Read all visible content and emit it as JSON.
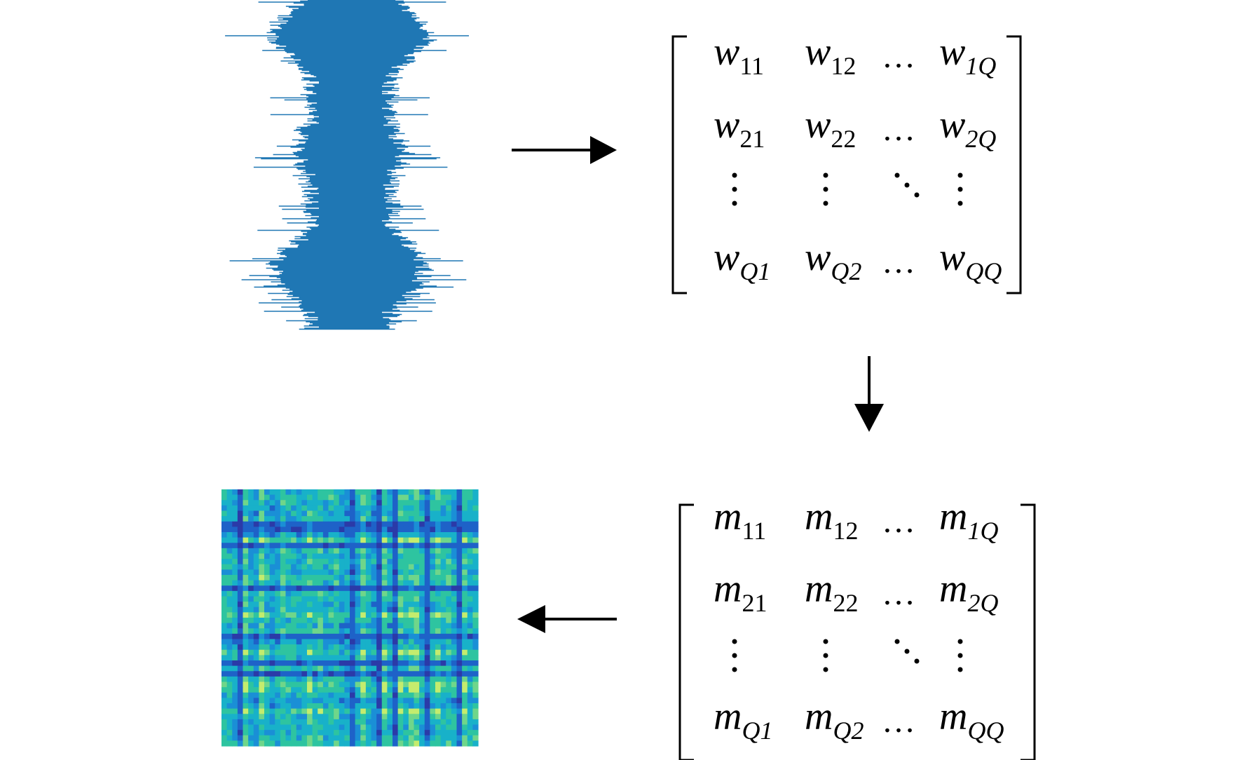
{
  "colors": {
    "signal": "#1f77b4",
    "ink": "#000000",
    "heatmap_palette": [
      "#2b3aa8",
      "#1e62c8",
      "#1a8fd6",
      "#18b1c9",
      "#2ec4a0",
      "#6fd68a",
      "#c4ec6e"
    ]
  },
  "signal": {
    "description_icon": "waveform-icon"
  },
  "matrix_w": {
    "symbol": "w",
    "rows": [
      [
        {
          "sub": "11",
          "italic": false
        },
        {
          "sub": "12",
          "italic": false
        },
        {
          "sub": "1Q",
          "italic": true
        }
      ],
      [
        {
          "sub": "21",
          "italic": false
        },
        {
          "sub": "22",
          "italic": false
        },
        {
          "sub": "2Q",
          "italic": true
        }
      ],
      [
        {
          "sub": "Q1",
          "italic": true
        },
        {
          "sub": "Q2",
          "italic": true
        },
        {
          "sub": "QQ",
          "italic": true
        }
      ]
    ],
    "ellipsis": "…"
  },
  "matrix_m": {
    "symbol": "m",
    "rows": [
      [
        {
          "sub": "11",
          "italic": false
        },
        {
          "sub": "12",
          "italic": false
        },
        {
          "sub": "1Q",
          "italic": true
        }
      ],
      [
        {
          "sub": "21",
          "italic": false
        },
        {
          "sub": "22",
          "italic": false
        },
        {
          "sub": "2Q",
          "italic": true
        }
      ],
      [
        {
          "sub": "Q1",
          "italic": true
        },
        {
          "sub": "Q2",
          "italic": true
        },
        {
          "sub": "QQ",
          "italic": true
        }
      ]
    ],
    "ellipsis": "…"
  },
  "arrows": [
    "arrow-right-icon",
    "arrow-down-icon",
    "arrow-left-icon"
  ],
  "heatmap": {
    "icon": "heatmap-icon",
    "size": 48
  }
}
